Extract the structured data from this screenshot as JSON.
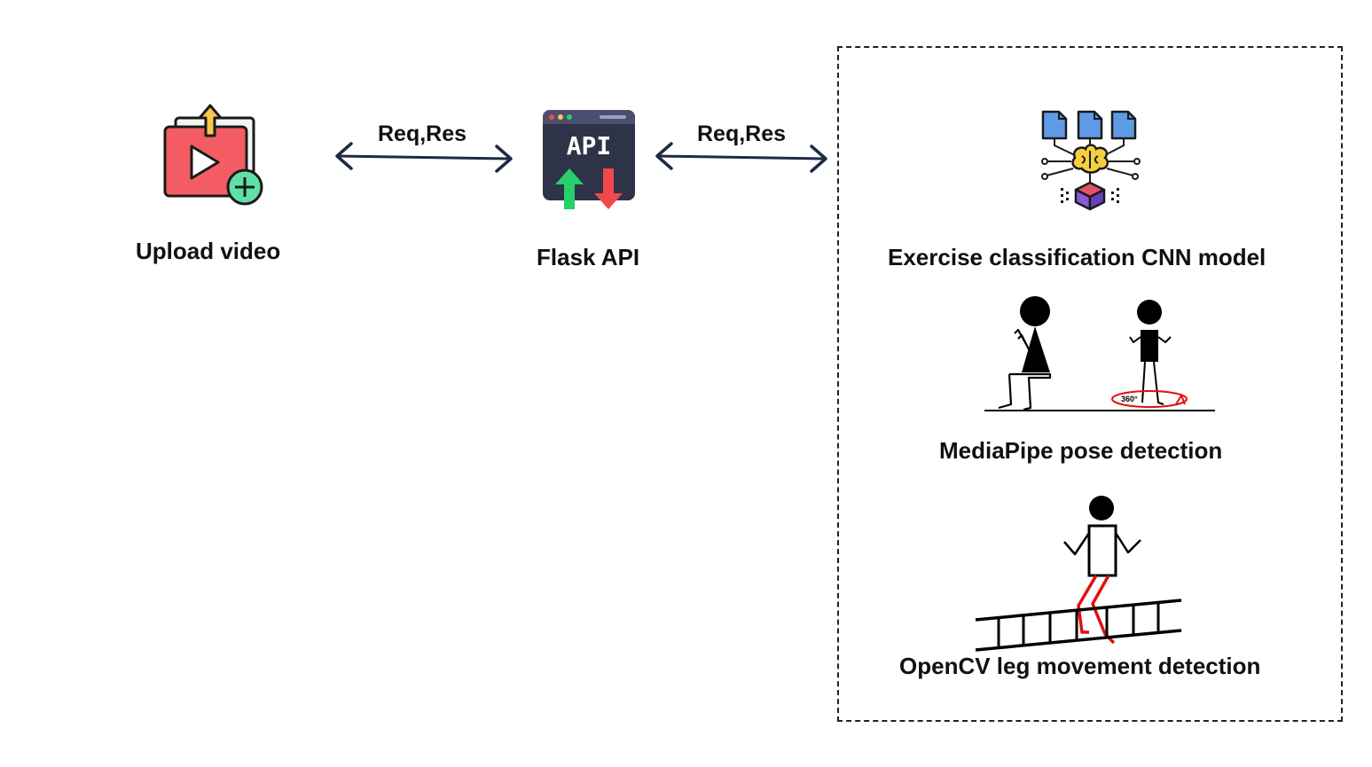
{
  "diagram": {
    "nodes": {
      "upload": {
        "label": "Upload video",
        "icon": "video-upload-icon"
      },
      "api": {
        "label": "Flask API",
        "icon": "api-window-icon",
        "icon_text": "API"
      },
      "cnn": {
        "label": "Exercise classification CNN model",
        "icon": "ai-brain-model-icon"
      },
      "mediapipe": {
        "label": "MediaPipe pose detection",
        "icon": "pose-figures-icon",
        "badge": "360°"
      },
      "opencv": {
        "label": "OpenCV leg movement detection",
        "icon": "ladder-figure-icon"
      }
    },
    "edges": [
      {
        "from": "upload",
        "to": "api",
        "label": "Req,Res",
        "direction": "bidirectional"
      },
      {
        "from": "api",
        "to": "backend-group",
        "label": "Req,Res",
        "direction": "bidirectional"
      }
    ],
    "colors": {
      "arrow": "#1c2a44",
      "upload_red": "#f25c62",
      "upload_yellow": "#f7c64d",
      "upload_green": "#5ee0a7",
      "api_dark": "#2e3347",
      "api_green": "#27d06a",
      "api_red": "#f2484b",
      "doc_blue": "#5e9be6",
      "brain_yellow": "#f6cf3f",
      "cube_purple": "#8a5ad8",
      "leg_red": "#e01010"
    }
  }
}
